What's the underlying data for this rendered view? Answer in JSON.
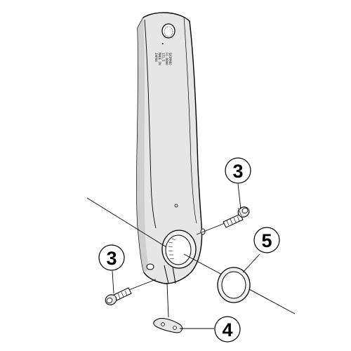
{
  "diagram": {
    "parts": [
      {
        "id": "crank-arm",
        "name": "crank-arm"
      },
      {
        "id": "bolt-upper",
        "name": "pinch-bolt",
        "callout": "3"
      },
      {
        "id": "bolt-lower",
        "name": "pinch-bolt",
        "callout": "3"
      },
      {
        "id": "plate",
        "name": "stopper-plate",
        "callout": "4"
      },
      {
        "id": "ring",
        "name": "o-ring",
        "callout": "5"
      }
    ],
    "callouts": {
      "upper_bolt": "3",
      "lower_bolt": "3",
      "plate": "4",
      "ring": "5"
    },
    "engraving": [
      "SHIMANO",
      "FC-R000",
      "172.5",
      "MADE IN",
      "JAPAN",
      "▲"
    ],
    "colors": {
      "arm_fill": "#e6e6e6",
      "line": "#000000",
      "shadow": "#bdbdbd"
    }
  }
}
